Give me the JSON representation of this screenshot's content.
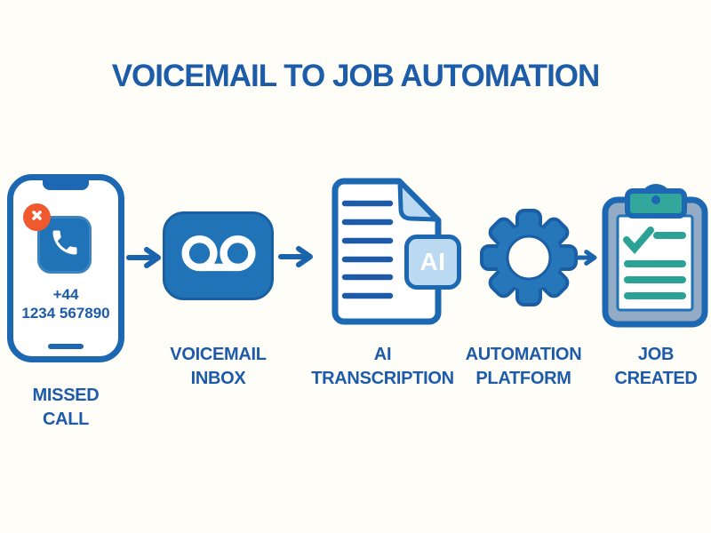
{
  "title": "VOICEMAIL TO JOB AUTOMATION",
  "colors": {
    "background": "#FFFDF7",
    "title_blue": "#1C5CA9",
    "primary_blue": "#2173B8",
    "outline_blue": "#1D68B2",
    "text_blue": "#1D5BA9",
    "light_blue": "#BCD9F2",
    "missed_badge_red": "#F0582E",
    "teal": "#2FA79B",
    "clipboard_body": "#94ABC5"
  },
  "phone": {
    "number": "+44\n1234 567890"
  },
  "steps": [
    {
      "label": "MISSED\nCALL",
      "icon": "missed-call-phone-icon"
    },
    {
      "label": "VOICEMAIL\nINBOX",
      "icon": "voicemail-tape-icon"
    },
    {
      "label": "AI\nTRANSCRIPTION",
      "icon": "document-transcript-icon",
      "badge": "AI"
    },
    {
      "label": "AUTOMATION\nPLATFORM",
      "icon": "gear-icon"
    },
    {
      "label": "JOB\nCREATED",
      "icon": "clipboard-check-icon"
    }
  ]
}
